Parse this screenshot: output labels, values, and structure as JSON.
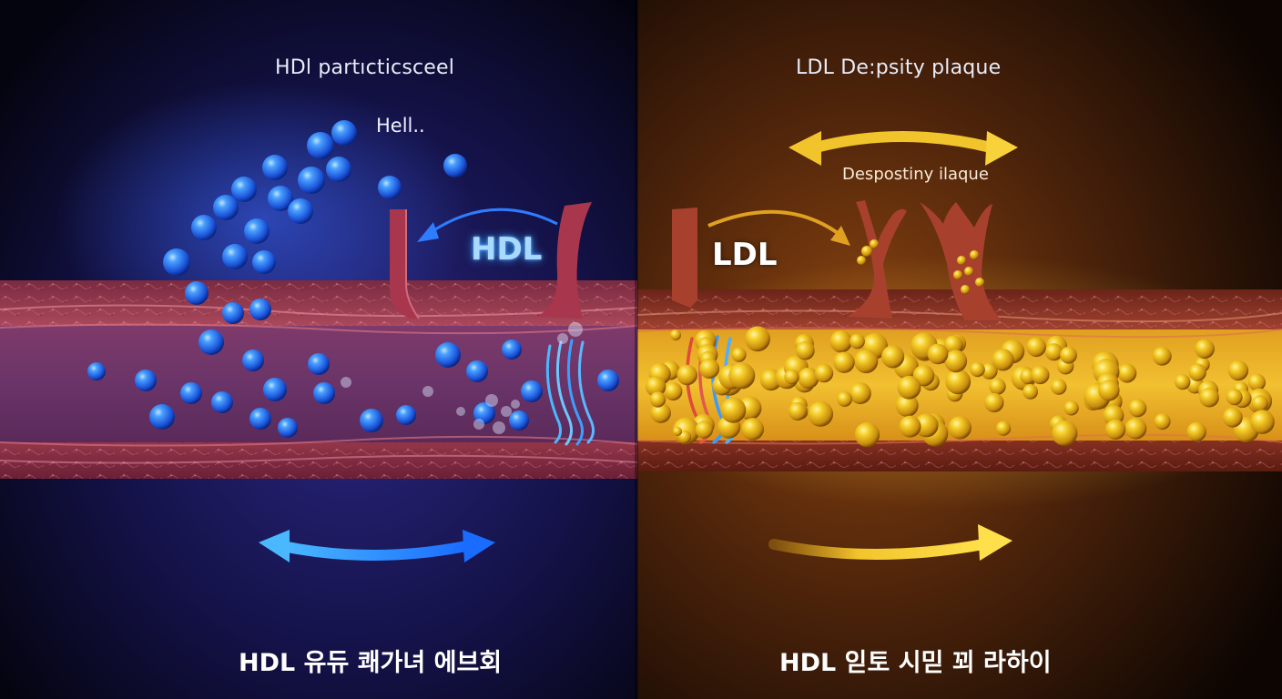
{
  "panels": {
    "left": {
      "heading": "HDl partıcticsceel",
      "note": "Hell..",
      "particle_label": "HDL",
      "caption": "HDL 유듀 쾌가녀 에브회",
      "particle_color": "#2a7bff",
      "background_color": "#1a1a6a"
    },
    "right": {
      "heading": "LDL De:psity plaque",
      "subheading": "Despostiny ilaque",
      "particle_label": "LDL",
      "caption": "HDL 읻토 시믿 꾀 라하이",
      "particle_color": "#f2c21c",
      "background_color": "#6a3410"
    }
  },
  "colors": {
    "vessel_wall": "#b8455a",
    "arrow_blue": "#3aa8ff",
    "arrow_yellow": "#f7d23a"
  }
}
